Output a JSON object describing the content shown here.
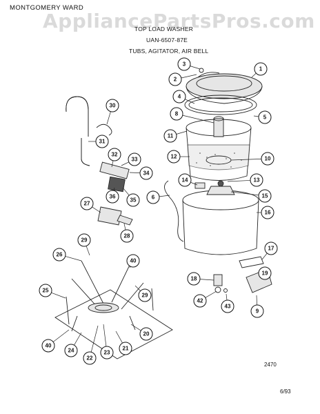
{
  "header": {
    "brand": "MONTGOMERY WARD",
    "title_line1": "TOP LOAD WASHER",
    "title_line2": "UAN-6507-87E",
    "title_line3": "TUBS, AGITATOR, AIR BELL"
  },
  "watermark": "AppliancePartsPros.com",
  "footer": {
    "doc_number": "2470",
    "date": "6/93"
  },
  "callouts": [
    "1",
    "2",
    "3",
    "4",
    "5",
    "6",
    "8",
    "9",
    "10",
    "11",
    "12",
    "13",
    "14",
    "15",
    "16",
    "17",
    "18",
    "19",
    "20",
    "21",
    "22",
    "23",
    "24",
    "25",
    "26",
    "27",
    "28",
    "29",
    "29",
    "30",
    "31",
    "32",
    "33",
    "34",
    "35",
    "36",
    "40",
    "40",
    "42",
    "43"
  ]
}
